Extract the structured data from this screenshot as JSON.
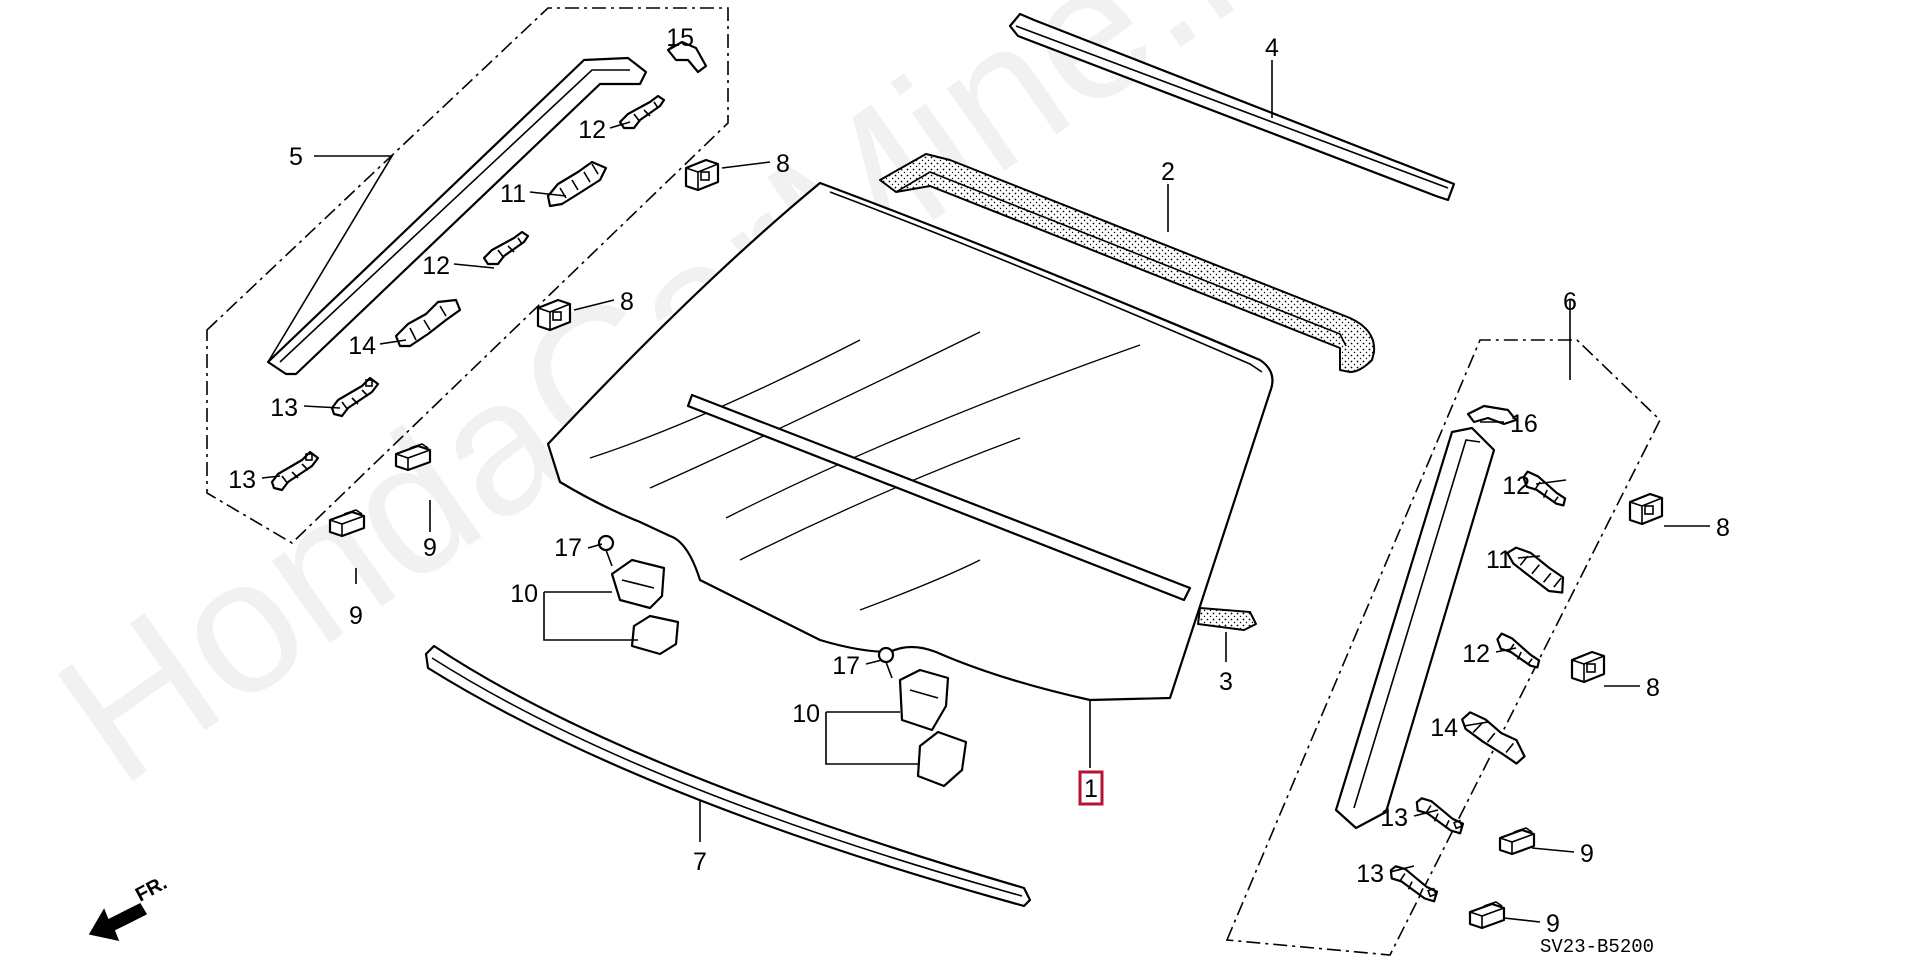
{
  "diagram": {
    "watermark": "HondaCarMine.ru",
    "diagram_code": "SV23-B5200",
    "direction_marker": "FR.",
    "highlighted_part": "1",
    "callouts": {
      "p1": "1",
      "p2": "2",
      "p3": "3",
      "p4": "4",
      "p5": "5",
      "p6": "6",
      "p7": "7",
      "l8a": "8",
      "l8b": "8",
      "l8c": "8",
      "l8d": "8",
      "l9a": "9",
      "l9b": "9",
      "l9c": "9",
      "l9d": "9",
      "l10a": "10",
      "l10b": "10",
      "l11a": "11",
      "l11b": "11",
      "l12a": "12",
      "l12b": "12",
      "l12c": "12",
      "l12d": "12",
      "l13a": "13",
      "l13b": "13",
      "l13c": "13",
      "l13d": "13",
      "l14a": "14",
      "l14b": "14",
      "l15": "15",
      "l16": "16",
      "l17a": "17",
      "l17b": "17"
    },
    "colors": {
      "highlight": "#b51430",
      "line": "#000000",
      "background": "#ffffff"
    }
  }
}
